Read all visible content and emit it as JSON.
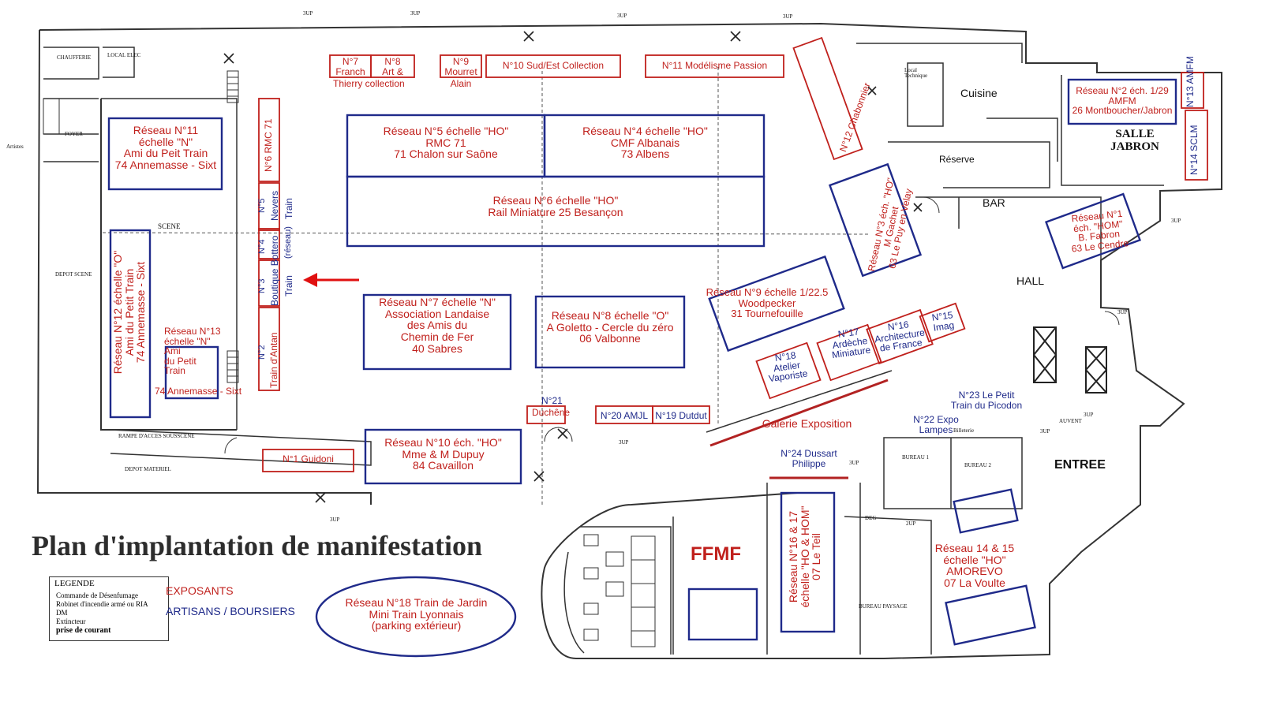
{
  "title": "Plan d'implantation de manifestation",
  "colors": {
    "exposants": "#c0201c",
    "artisans": "#1f2a8a",
    "walls": "#333333",
    "gallery": "#b22222"
  },
  "legend": {
    "heading": "LEGENDE",
    "items": [
      "Commande de Désenfumage",
      "Robinet d'incendie armé ou RIA",
      "DM",
      "Extincteur",
      "prise de courant"
    ],
    "categories": [
      "EXPOSANTS",
      "ARTISANS / BOURSIERS"
    ]
  },
  "rooms": {
    "chaufferie": "CHAUFFERIE",
    "local_elec": "LOCAL ELEC",
    "foyer": "FOYER",
    "artistes": "Artistes",
    "scene": "SCENE",
    "depot_scene": "DEPOT SCENE",
    "rampe": "RAMPE D'ACCES SOUSSCENE",
    "depot_materiel": "DEPOT MATERIEL",
    "cuisine": "Cuisine",
    "reserve": "Réserve",
    "bar": "BAR",
    "hall": "HALL",
    "salle_jabron": "SALLE JABRON",
    "entree": "ENTREE",
    "bureau1": "BUREAU 1",
    "bureau2": "BUREAU 2",
    "bureau_paysage": "BUREAU PAYSAGE",
    "local_technique": "Local Technique",
    "galerie": "Galerie Exposition",
    "ffmf": "FFMF",
    "up3": "3UP",
    "up2": "2UP",
    "deg": "DEG",
    "billeterie": "Billeterie",
    "auvent": "AUVENT"
  },
  "exposants": {
    "r7": {
      "num": "N°7",
      "line1": "Franch"
    },
    "r8": {
      "num": "N°8",
      "line1": "Art &"
    },
    "thierry": "Thierry collection",
    "r9": {
      "num": "N°9",
      "line1": "Mourret",
      "line2": "Alain"
    },
    "r10": "N°10 Sud/Est Collection",
    "r11": "N°11 Modélisme Passion",
    "r12": "N°12 Chabonnier",
    "r6": "N°6 RMC 71",
    "r5": "N°5",
    "r4": "N°4",
    "r3": "N°3",
    "r2": "N°2",
    "nevers": "Nevers",
    "boutique": "Boutique Bottero",
    "train": "Train",
    "reseau_train": "(réseau)",
    "train2": "Train",
    "train_antan": "Train d'Antan",
    "n1_guidoni": "N°1 Guidoni",
    "n20": "N°20 AMJL",
    "n19": "N°19 Dutdut",
    "n21": "N°21",
    "duchene": "Duchêne",
    "n18": [
      "N°18",
      "Atelier",
      "Vaporiste"
    ],
    "n17": [
      "N°17",
      "Ardèche",
      "Miniature"
    ],
    "n16": [
      "N°16",
      "Architecture",
      "de France"
    ],
    "n15": [
      "N°15",
      "Imag"
    ],
    "n23": [
      "N°23 Le Petit",
      "Train du Picodon"
    ],
    "n22": [
      "N°22 Expo",
      "Lampes"
    ],
    "n24": [
      "N°24 Dussart",
      "Philippe"
    ],
    "n13": [
      "N°13",
      "AMFM"
    ],
    "n14": "N°14 SCLM"
  },
  "reseaux": {
    "r11": [
      "Réseau N°11",
      "échelle \"N\"",
      "Ami du Peit Train",
      "74 Annemasse - Sixt"
    ],
    "r12": [
      "Réseau N°12 échelle \"O\"",
      "Ami du Petit Train",
      "74 Annemasse - Sixt"
    ],
    "r13": [
      "Réseau N°13",
      "échelle \"N\"",
      "Ami",
      "du Petit",
      "Train",
      "74 Annemasse - Sixt"
    ],
    "r5": [
      "Réseau N°5 échelle \"HO\"",
      "RMC 71",
      "71 Chalon sur Saône"
    ],
    "r4": [
      "Réseau N°4 échelle \"HO\"",
      "CMF Albanais",
      "73 Albens"
    ],
    "r6": [
      "Réseau N°6 échelle \"HO\"",
      "Rail Miniature 25 Besançon"
    ],
    "r7": [
      "Réseau N°7 échelle \"N\"",
      "Association Landaise",
      "des Amis du",
      "Chemin de Fer",
      "40 Sabres"
    ],
    "r8": [
      "Réseau N°8 échelle \"O\"",
      "A Goletto - Cercle du zéro",
      "06 Valbonne"
    ],
    "r10": [
      "Réseau N°10 éch. \"HO\"",
      "Mme & M Dupuy",
      "84 Cavaillon"
    ],
    "r9": [
      "Réseau N°9 échelle 1/22.5",
      "Woodpecker",
      "31 Tournefouille"
    ],
    "r3": [
      "Réseau N°3 éch. \"HO\"",
      "M Gachet",
      "63 Le Puy en Velay"
    ],
    "r1": [
      "Réseau N°1",
      "éch. \"HOM\"",
      "B. Fabron",
      "63 Le Cendre"
    ],
    "r2": [
      "Réseau N°2 éch. 1/29",
      "AMFM",
      "26 Montboucher/Jabron"
    ],
    "r16_17": [
      "Réseau N°16 & 17",
      "échelle \"HO & HOM\"",
      "07 Le Teil"
    ],
    "r14_15": [
      "Réseau 14 & 15",
      "échelle \"HO\"",
      "AMOREVO",
      "07 La Voulte"
    ],
    "r18": [
      "Réseau N°18 Train de Jardin",
      "Mini Train Lyonnais",
      "(parking extérieur)"
    ]
  }
}
